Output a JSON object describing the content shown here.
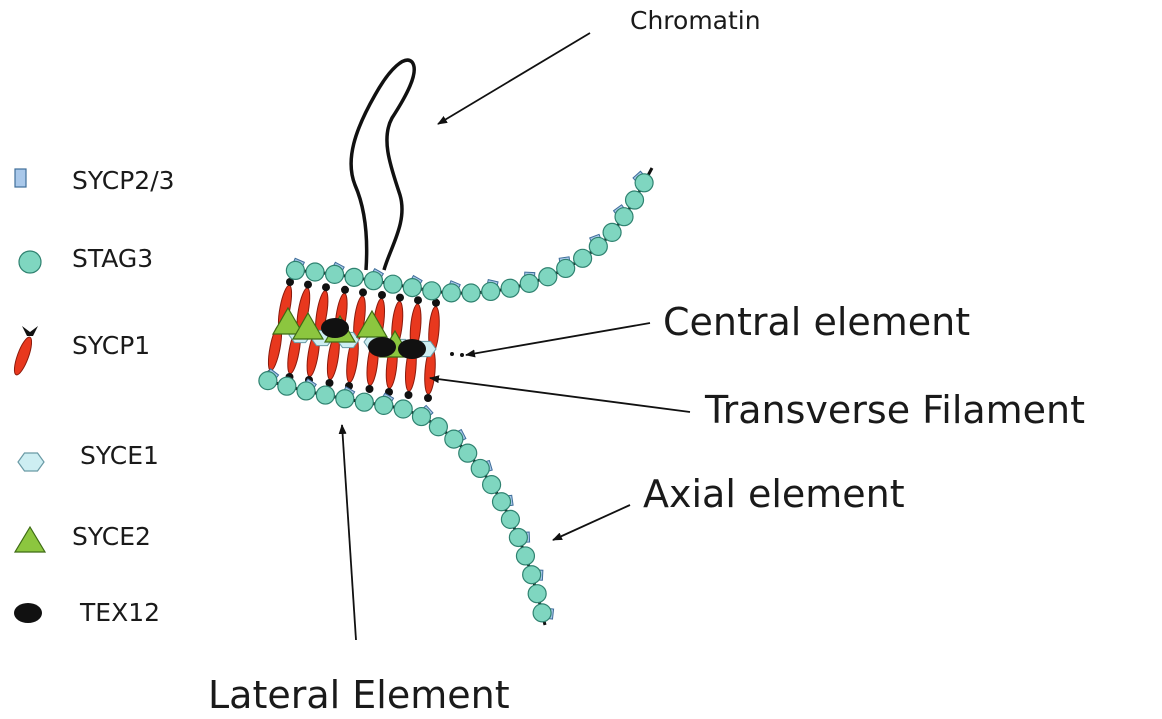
{
  "legend": [
    {
      "key": "sycp23",
      "label": "SYCP2/3",
      "icon": "rectangle-icon",
      "color": "#a9c8ea"
    },
    {
      "key": "stag3",
      "label": "STAG3",
      "icon": "circle-icon",
      "color": "#7fd6c0"
    },
    {
      "key": "sycp1",
      "label": "SYCP1",
      "icon": "elongated-ellipse-icon",
      "color": "#e8381e"
    },
    {
      "key": "syce1",
      "label": "SYCE1",
      "icon": "hexagon-icon",
      "color": "#cdeef2"
    },
    {
      "key": "syce2",
      "label": "SYCE2",
      "icon": "triangle-icon",
      "color": "#8cc63f"
    },
    {
      "key": "tex12",
      "label": "TEX12",
      "icon": "ellipse-icon",
      "color": "#111111"
    }
  ],
  "callouts": {
    "chromatin": "Chromatin",
    "central_element": "Central element",
    "transverse_filament": "Transverse Filament",
    "axial_element": "Axial element",
    "lateral_element": "Lateral Element"
  }
}
